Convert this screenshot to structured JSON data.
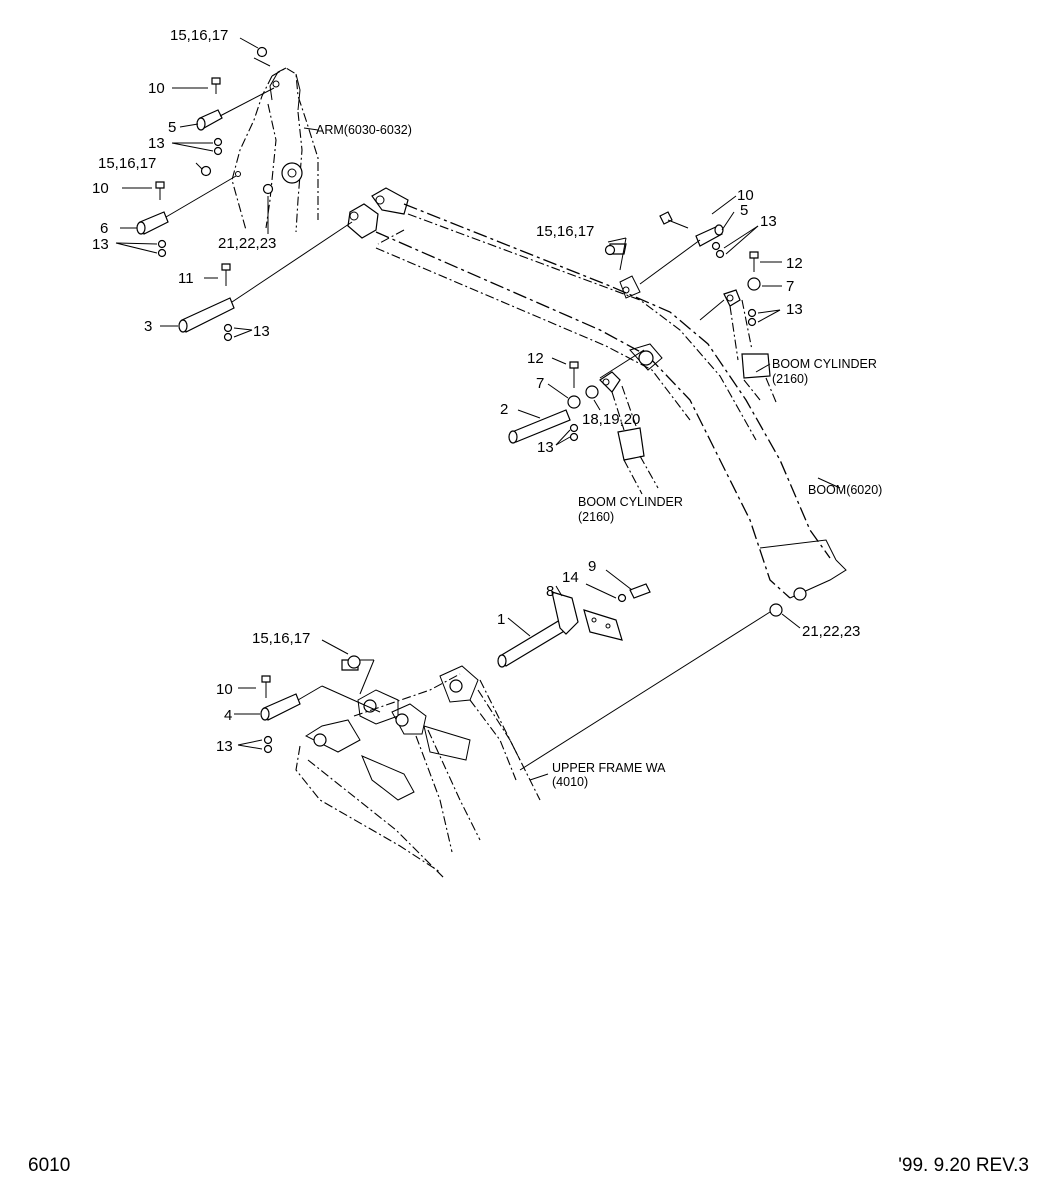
{
  "callouts": {
    "c_15_16_17_top": "15,16,17",
    "c_10_a": "10",
    "c_5_a": "5",
    "c_13_a": "13",
    "c_15_16_17_b": "15,16,17",
    "c_10_b": "10",
    "c_6": "6",
    "c_13_b": "13",
    "c_21_22_23_a": "21,22,23",
    "c_11": "11",
    "c_3": "3",
    "c_13_c": "13",
    "c_15_16_17_c": "15,16,17",
    "c_10_c": "10",
    "c_5_b": "5",
    "c_13_d": "13",
    "c_12_a": "12",
    "c_7_a": "7",
    "c_13_e": "13",
    "c_12_b": "12",
    "c_7_b": "7",
    "c_2": "2",
    "c_18_19_20": "18,19,20",
    "c_13_f": "13",
    "c_9": "9",
    "c_14": "14",
    "c_8": "8",
    "c_1": "1",
    "c_15_16_17_d": "15,16,17",
    "c_21_22_23_b": "21,22,23",
    "c_10_d": "10",
    "c_4": "4",
    "c_13_g": "13"
  },
  "labels": {
    "arm": "ARM(6030-6032)",
    "boom_cyl_right_l1": "BOOM CYLINDER",
    "boom_cyl_right_l2": "(2160)",
    "boom_cyl_mid_l1": "BOOM CYLINDER",
    "boom_cyl_mid_l2": "(2160)",
    "boom": "BOOM(6020)",
    "upper_frame_l1": "UPPER FRAME WA",
    "upper_frame_l2": "(4010)"
  },
  "footer": {
    "code": "6010",
    "revision": "'99. 9.20 REV.3"
  }
}
